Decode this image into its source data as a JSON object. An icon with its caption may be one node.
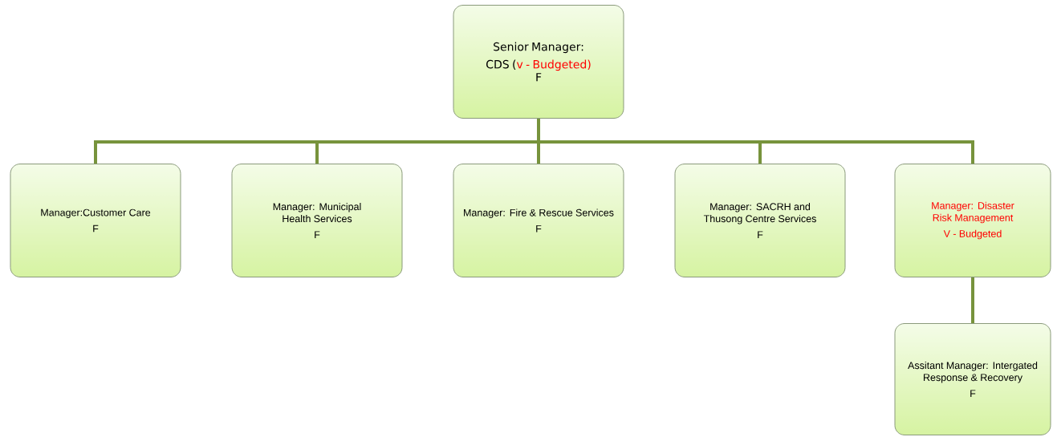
{
  "diagram": {
    "nodes": [
      {
        "text": [
          "Senior Manager:",
          "CDS (",
          "v - Budgeted)",
          "F"
        ]
      },
      {
        "text": [
          "Manager:Customer Care",
          "F"
        ]
      },
      {
        "text": [
          "Manager: Municipal Health Services",
          "F"
        ]
      },
      {
        "text": [
          "Manager: Fire & Rescue Services",
          "F"
        ]
      },
      {
        "text": [
          "Manager: SACRH and Thusong Centre Services",
          "F"
        ]
      },
      {
        "text": [
          "Manager: Disaster Risk Management",
          "V - Budgeted"
        ]
      },
      {
        "text": [
          "Assitant Manager: Intergated Response & Recovery",
          "F"
        ]
      }
    ],
    "edges": [
      {
        "from": 0,
        "to": 1,
        "arrow": "none"
      },
      {
        "from": 0,
        "to": 2,
        "arrow": "none"
      },
      {
        "from": 0,
        "to": 3,
        "arrow": "none"
      },
      {
        "from": 0,
        "to": 4,
        "arrow": "none"
      },
      {
        "from": 0,
        "to": 5,
        "arrow": "none"
      },
      {
        "from": 5,
        "to": 6,
        "arrow": "none"
      }
    ]
  }
}
